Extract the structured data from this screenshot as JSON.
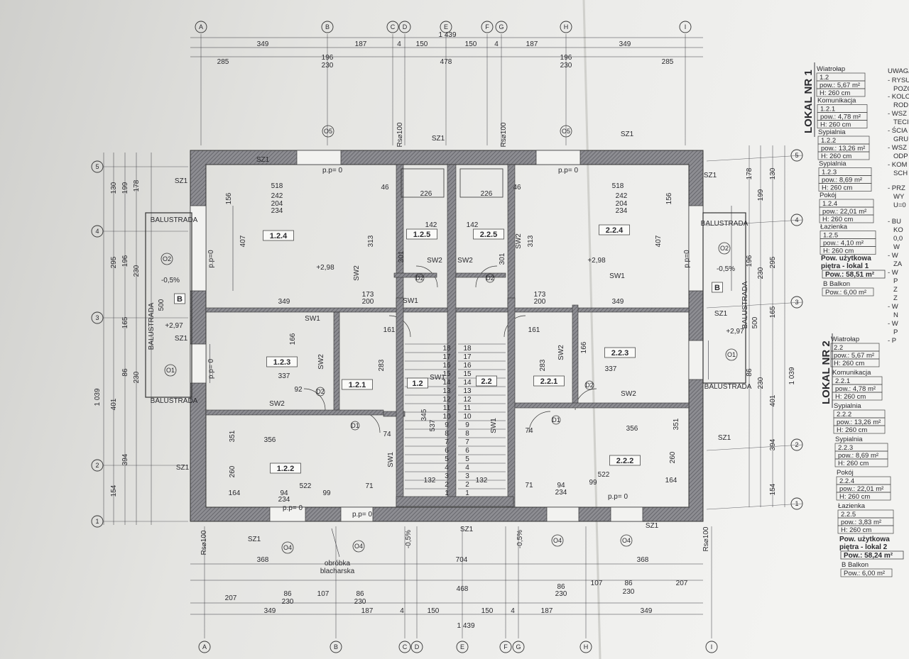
{
  "grid_axes": {
    "columns": [
      "A",
      "B",
      "C",
      "D",
      "E",
      "F",
      "G",
      "H",
      "I"
    ],
    "rows": [
      "1",
      "2",
      "3",
      "4",
      "5"
    ]
  },
  "dimensions": {
    "top_total": "1 439",
    "top_row1": [
      "349",
      "187",
      "4",
      "150",
      "150",
      "4",
      "187",
      "349"
    ],
    "top_row2": [
      "285",
      "196",
      "230",
      "478",
      "196",
      "230",
      "285"
    ],
    "bottom_row0": [
      "368",
      "704",
      "368"
    ],
    "bottom_row1": [
      "207",
      "86",
      "230",
      "107",
      "86",
      "230",
      "468",
      "86",
      "230",
      "107",
      "86",
      "230",
      "207"
    ],
    "bottom_row2": [
      "349",
      "187",
      "4",
      "150",
      "150",
      "4",
      "187",
      "349"
    ],
    "bottom_total": "1 439",
    "left": [
      "130",
      "295",
      "401",
      "154",
      "199",
      "196",
      "165",
      "86",
      "394",
      "178",
      "230",
      "230",
      "500",
      "1 039"
    ],
    "right": [
      "178",
      "196",
      "500",
      "86",
      "199",
      "230",
      "230",
      "130",
      "295",
      "165",
      "401",
      "394",
      "154",
      "1 039"
    ],
    "interior": [
      "242",
      "204",
      "234",
      "518",
      "156",
      "407",
      "313",
      "349",
      "173",
      "200",
      "166",
      "337",
      "92",
      "356",
      "260",
      "351",
      "522",
      "164",
      "94",
      "234",
      "99",
      "71",
      "74",
      "242",
      "204",
      "234",
      "518",
      "156",
      "407",
      "313",
      "349",
      "173",
      "200",
      "166",
      "337",
      "356",
      "260",
      "351",
      "522",
      "164",
      "94",
      "234",
      "99",
      "71",
      "74",
      "226",
      "226",
      "142",
      "142",
      "301",
      "301",
      "345",
      "537",
      "132",
      "132",
      "283",
      "283",
      "161",
      "161",
      "46",
      "46"
    ]
  },
  "rooms": [
    "1.2.4",
    "1.2.5",
    "2.2.5",
    "2.2.4",
    "1.2.3",
    "1.2.1",
    "1.2",
    "2.2",
    "2.2.1",
    "2.2.3",
    "1.2.2",
    "2.2.2",
    "B",
    "B"
  ],
  "annotations": {
    "wall_types": [
      "SZ1",
      "SZ1",
      "SZ1",
      "SZ1",
      "SZ1",
      "SZ1",
      "SZ1",
      "SZ1",
      "SZ1",
      "SZ1",
      "SZ1",
      "SZ1",
      "SW1",
      "SW1",
      "SW1",
      "SW1",
      "SW1",
      "SW1",
      "SW2",
      "SW2",
      "SW2",
      "SW2",
      "SW2",
      "SW2",
      "SW2",
      "SW2"
    ],
    "levels": [
      "+2,98",
      "+2,98",
      "+2,97",
      "+2,97"
    ],
    "slopes": [
      "-0,5%",
      "-0,5%",
      "-0,5%",
      "-0,5%"
    ],
    "sills": [
      "p.p= 0",
      "p.p= 0",
      "p.p=0",
      "p.p=0",
      "p.p= 0",
      "p.p= 0",
      "p.p= 0",
      "p.p= 0"
    ],
    "balustrade": "BALUSTRADA",
    "downpipe": "Rs⌀100",
    "windows": [
      "O5",
      "O5",
      "O2",
      "O2",
      "O1",
      "O1",
      "O4",
      "O4",
      "O4",
      "O4"
    ],
    "doors": [
      "D2",
      "D2",
      "D2",
      "D2",
      "D1",
      "D1"
    ],
    "flashing_note": [
      "obróbka",
      "blacharska"
    ]
  },
  "legend": {
    "unit1": {
      "title": "LOKAL NR 1",
      "rooms": [
        {
          "name": "Wiatrołap",
          "id": "1.2",
          "area": "pow.: 5,67 m²",
          "height": "H: 260 cm"
        },
        {
          "name": "Komunikacja",
          "id": "1.2.1",
          "area": "pow.: 4,78 m²",
          "height": "H: 260 cm"
        },
        {
          "name": "Sypialnia",
          "id": "1.2.2",
          "area": "pow.: 13,26 m²",
          "height": "H: 260 cm"
        },
        {
          "name": "Sypialnia",
          "id": "1.2.3",
          "area": "pow.: 8,69 m²",
          "height": "H: 260 cm"
        },
        {
          "name": "Pokój",
          "id": "1.2.4",
          "area": "pow.: 22,01 m²",
          "height": "H: 260 cm"
        },
        {
          "name": "Łazienka",
          "id": "1.2.5",
          "area": "pow.: 4,10 m²",
          "height": "H: 260 cm"
        }
      ],
      "usable_label": [
        "Pow. użytkowa",
        "piętra - lokal 1"
      ],
      "usable_area": "Pow.: 58,51 m²",
      "balcony_label": "B  Balkon",
      "balcony_area": "Pow.: 6,00 m²"
    },
    "unit2": {
      "title": "LOKAL NR 2",
      "rooms": [
        {
          "name": "Wiatrołap",
          "id": "2.2",
          "area": "pow.: 5,67 m²",
          "height": "H: 260 cm"
        },
        {
          "name": "Komunikacja",
          "id": "2.2.1",
          "area": "pow.: 4,78 m²",
          "height": "H: 260 cm"
        },
        {
          "name": "Sypialnia",
          "id": "2.2.2",
          "area": "pow.: 13,26 m²",
          "height": "H: 260 cm"
        },
        {
          "name": "Sypialnia",
          "id": "2.2.3",
          "area": "pow.: 8,69 m²",
          "height": "H: 260 cm"
        },
        {
          "name": "Pokój",
          "id": "2.2.4",
          "area": "pow.: 22,01 m²",
          "height": "H: 260 cm"
        },
        {
          "name": "Łazienka",
          "id": "2.2.5",
          "area": "pow.: 3,83 m²",
          "height": "H: 260 cm"
        }
      ],
      "usable_label": [
        "Pow. użytkowa",
        "piętra - lokal 2"
      ],
      "usable_area": "Pow.: 58,24 m²",
      "balcony_label": "B  Balkon",
      "balcony_area": "Pow.: 6,00 m²"
    },
    "notes": [
      "UWAGA",
      "- RYSU",
      "POZO",
      "- KOLO",
      "ROD",
      "- WSZ",
      "TECI",
      "- ŚCIA",
      "GRU",
      "- WSZ",
      "ODP",
      "- KOM",
      "SCH",
      "- PRZ",
      "WY",
      "U=0",
      "- BU",
      "KO",
      "0,0",
      "W",
      "- W",
      "ZA",
      "- W",
      "P",
      "Z",
      "Z",
      "- W",
      "N",
      "- W",
      "P",
      "- P"
    ]
  }
}
